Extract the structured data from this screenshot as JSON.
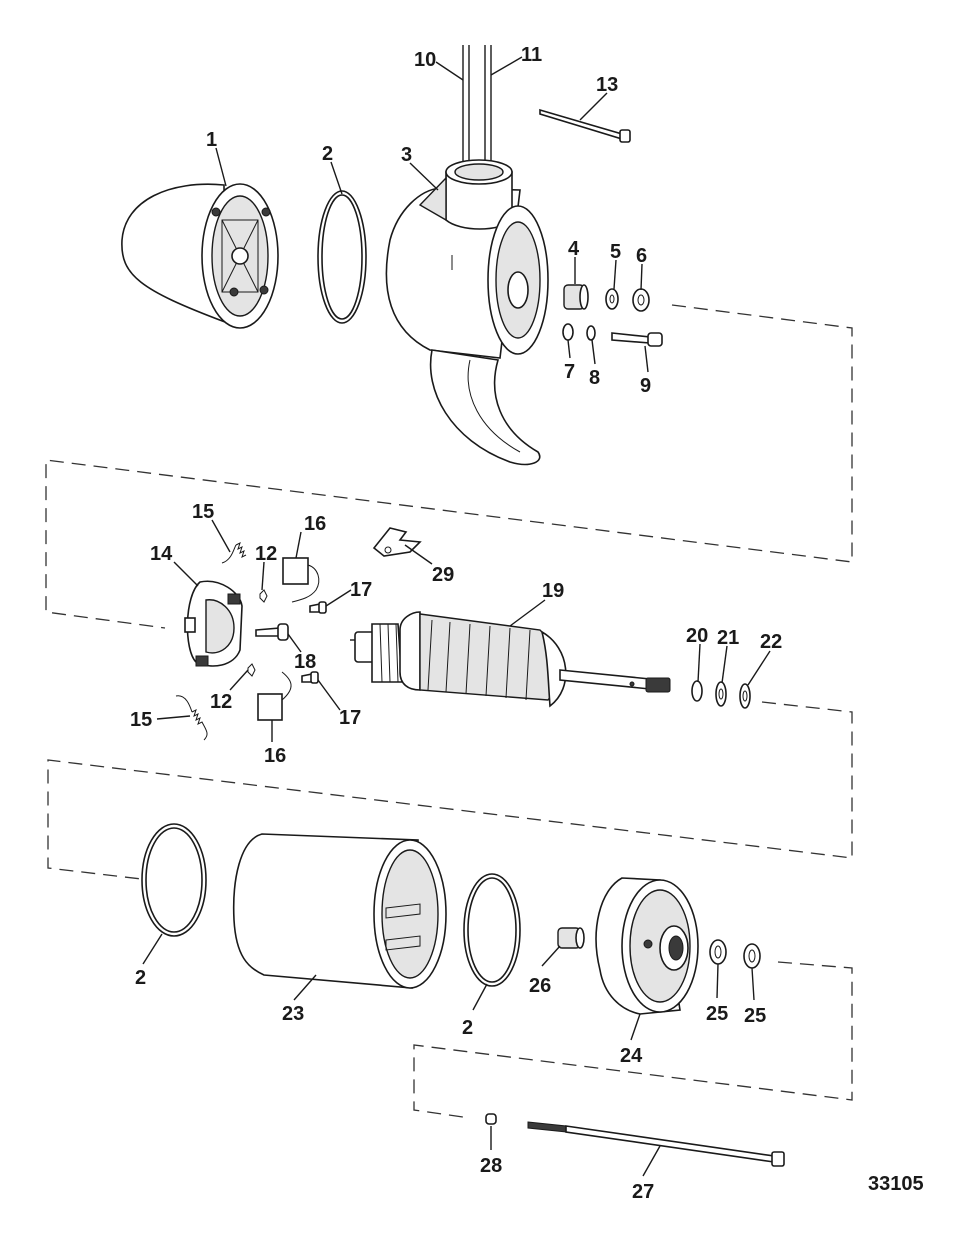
{
  "figure_number": "33105",
  "callouts": [
    {
      "id": "c1",
      "text": "1"
    },
    {
      "id": "c2a",
      "text": "2"
    },
    {
      "id": "c3",
      "text": "3"
    },
    {
      "id": "c4",
      "text": "4"
    },
    {
      "id": "c5",
      "text": "5"
    },
    {
      "id": "c6",
      "text": "6"
    },
    {
      "id": "c7",
      "text": "7"
    },
    {
      "id": "c8",
      "text": "8"
    },
    {
      "id": "c9",
      "text": "9"
    },
    {
      "id": "c10",
      "text": "10"
    },
    {
      "id": "c11",
      "text": "11"
    },
    {
      "id": "c13",
      "text": "13"
    },
    {
      "id": "c15a",
      "text": "15"
    },
    {
      "id": "c16a",
      "text": "16"
    },
    {
      "id": "c29",
      "text": "29"
    },
    {
      "id": "c14",
      "text": "14"
    },
    {
      "id": "c12a",
      "text": "12"
    },
    {
      "id": "c17a",
      "text": "17"
    },
    {
      "id": "c19",
      "text": "19"
    },
    {
      "id": "c18",
      "text": "18"
    },
    {
      "id": "c20",
      "text": "20"
    },
    {
      "id": "c21",
      "text": "21"
    },
    {
      "id": "c22",
      "text": "22"
    },
    {
      "id": "c12b",
      "text": "12"
    },
    {
      "id": "c17b",
      "text": "17"
    },
    {
      "id": "c15b",
      "text": "15"
    },
    {
      "id": "c16b",
      "text": "16"
    },
    {
      "id": "c2b",
      "text": "2"
    },
    {
      "id": "c23",
      "text": "23"
    },
    {
      "id": "c2c",
      "text": "2"
    },
    {
      "id": "c26",
      "text": "26"
    },
    {
      "id": "c25a",
      "text": "25"
    },
    {
      "id": "c25b",
      "text": "25"
    },
    {
      "id": "c24",
      "text": "24"
    },
    {
      "id": "c28",
      "text": "28"
    },
    {
      "id": "c27",
      "text": "27"
    }
  ]
}
